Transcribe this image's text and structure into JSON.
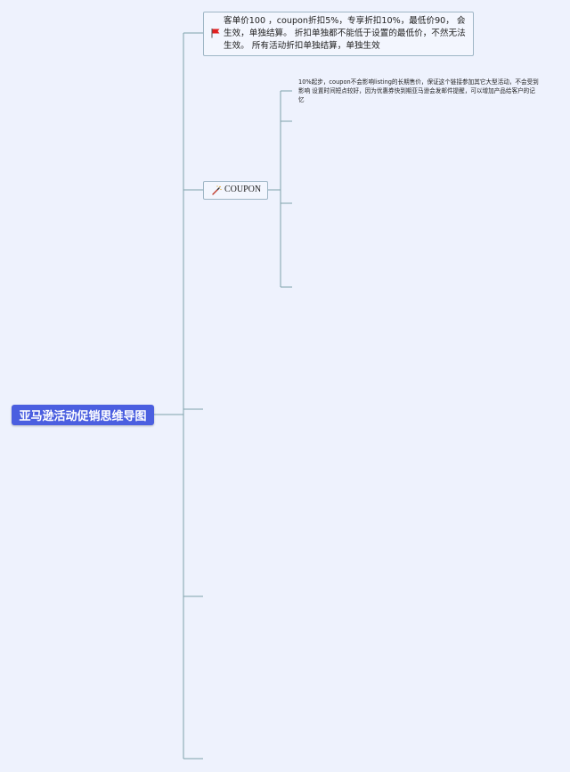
{
  "mindmap": {
    "root": {
      "label": "亚马逊活动促销思维导图"
    },
    "branches": [
      {
        "id": "note",
        "icon": "red-flag-icon",
        "text": "客单价100 ，coupon折扣5%，专享折扣10%，最低价90， 会生效，单独结算。 折扣单独都不能低于设置的最低价，不然无法生效。 所有活动折扣单独结算，单独生效"
      },
      {
        "id": "coupon",
        "icon": "magic-wand-icon",
        "label": "COUPON",
        "children": [
          {
            "text": "10%起步，coupon不会影响listing的长期售价，保证这个链接参加其它大型活动，不会受到影响 设置时间短点较好，因为优惠券快到期亚马逊会发邮件提醒，可以增加产品给客户的记忆"
          },
          {
            "text": ""
          },
          {
            "text": ""
          },
          {
            "text": ""
          }
        ]
      },
      {
        "id": "empty-1",
        "label": ""
      },
      {
        "id": "empty-2",
        "label": ""
      },
      {
        "id": "empty-3",
        "label": ""
      }
    ]
  },
  "colors": {
    "background": "#eef2fd",
    "root_fill": "#4b5fe0",
    "connector": "#7fa2ab",
    "flag": "#e02020"
  }
}
